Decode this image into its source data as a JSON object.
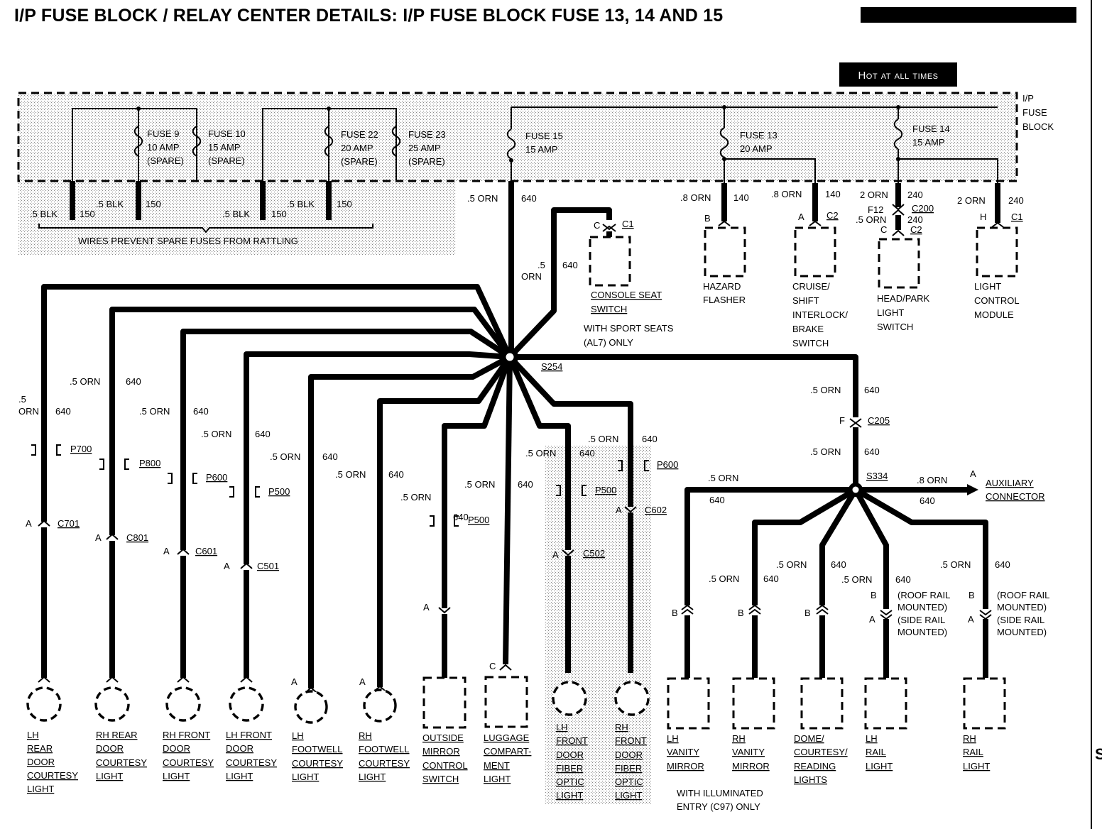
{
  "header": {
    "title": "I/P FUSE BLOCK / RELAY CENTER DETAILS:  I/P FUSE BLOCK FUSE 13, 14 AND 15",
    "hot_label": "Hot at all times"
  },
  "fuse_block": {
    "label": [
      "I/P",
      "FUSE",
      "BLOCK"
    ],
    "fuse9": [
      "FUSE 9",
      "10 AMP",
      "(SPARE)"
    ],
    "fuse10": [
      "FUSE 10",
      "15 AMP",
      "(SPARE)"
    ],
    "fuse22": [
      "FUSE 22",
      "20 AMP",
      "(SPARE)"
    ],
    "fuse23": [
      "FUSE 23",
      "25 AMP",
      "(SPARE)"
    ],
    "fuse15": [
      "FUSE 15",
      "15 AMP"
    ],
    "fuse13": [
      "FUSE 13",
      "20 AMP"
    ],
    "fuse14": [
      "FUSE 14",
      "15 AMP"
    ],
    "spare_wires": [
      ".5 BLK",
      "150",
      ".5 BLK",
      "150",
      ".5 BLK",
      "150",
      ".5 BLK",
      "150"
    ],
    "spare_note": "WIRES PREVENT SPARE FUSES FROM RATTLING"
  },
  "upper": {
    "w640": [
      ".5 ORN",
      "640"
    ],
    "w140a": [
      ".8 ORN",
      "140"
    ],
    "w140b": [
      ".8 ORN",
      "140"
    ],
    "w240a": [
      "2 ORN",
      "240"
    ],
    "w240b": [
      "2 ORN",
      "240"
    ],
    "c200": [
      "F12",
      "C200",
      ".5 ORN",
      "240",
      "C",
      "C2"
    ],
    "hazard": {
      "pin": "B",
      "conn": "",
      "name": [
        "HAZARD",
        "FLASHER"
      ]
    },
    "cruise": {
      "pin": "A",
      "conn": "C2",
      "name": [
        "CRUISE/",
        "SHIFT",
        "INTERLOCK/",
        "BRAKE",
        "SWITCH"
      ]
    },
    "headpark": {
      "name": [
        "HEAD/PARK",
        "LIGHT",
        "SWITCH"
      ]
    },
    "lcm": {
      "pin": "H",
      "conn": "C1",
      "name": [
        "LIGHT",
        "CONTROL",
        "MODULE"
      ]
    },
    "console": {
      "wire": [
        ".5",
        "ORN",
        "640"
      ],
      "pin": "C",
      "conn": "C1",
      "name": [
        "CONSOLE SEAT",
        "SWITCH"
      ],
      "note": [
        "WITH SPORT SEATS",
        "(AL7) ONLY"
      ]
    }
  },
  "splices": {
    "s254": "S254",
    "s334": "S334"
  },
  "left_branches": [
    {
      "wire": [
        ".5",
        "ORN",
        "640"
      ],
      "pconn": "P700",
      "pin": "A",
      "conn": "C701",
      "name": [
        "LH",
        "REAR",
        "DOOR",
        "COURTESY",
        "LIGHT"
      ]
    },
    {
      "wire": [
        ".5 ORN",
        "640"
      ],
      "pconn": "P800",
      "pin": "A",
      "conn": "C801",
      "name": [
        "RH REAR",
        "DOOR",
        "COURTESY",
        "LIGHT"
      ]
    },
    {
      "wire": [
        ".5 ORN",
        "640"
      ],
      "pconn": "P600",
      "pin": "A",
      "conn": "C601",
      "name": [
        "RH FRONT",
        "DOOR",
        "COURTESY",
        "LIGHT"
      ]
    },
    {
      "wire": [
        ".5 ORN",
        "640"
      ],
      "pconn": "P500",
      "pin": "A",
      "conn": "C501",
      "name": [
        "LH FRONT",
        "DOOR",
        "COURTESY",
        "LIGHT"
      ]
    },
    {
      "wire": [
        ".5 ORN",
        "640"
      ],
      "pin": "A",
      "name": [
        "LH",
        "FOOTWELL",
        "COURTESY",
        "LIGHT"
      ]
    },
    {
      "wire": [
        ".5 ORN",
        "640"
      ],
      "pin": "A",
      "name": [
        "RH",
        "FOOTWELL",
        "COURTESY",
        "LIGHT"
      ]
    },
    {
      "wire": [
        ".5 ORN",
        "640"
      ],
      "pconn": "P500",
      "pin": "A",
      "name": [
        "OUTSIDE",
        "MIRROR",
        "CONTROL",
        "SWITCH"
      ]
    },
    {
      "wire": [
        ".5 ORN",
        "640"
      ],
      "pin": "C",
      "name": [
        "LUGGAGE",
        "COMPART-",
        "MENT",
        "LIGHT"
      ]
    },
    {
      "wire": [
        ".5 ORN",
        "640"
      ],
      "pconn": "P500",
      "pin": "A",
      "conn": "C502",
      "name": [
        "LH",
        "FRONT",
        "DOOR",
        "FIBER",
        "OPTIC",
        "LIGHT"
      ]
    },
    {
      "wire": [
        ".5 ORN",
        "640"
      ],
      "pconn": "P600",
      "pin": "A",
      "conn": "C602",
      "name": [
        "RH",
        "FRONT",
        "DOOR",
        "FIBER",
        "OPTIC",
        "LIGHT"
      ]
    }
  ],
  "right_trunk": {
    "w1": [
      ".5 ORN",
      "640"
    ],
    "pin": "F",
    "conn": "C205",
    "w2": [
      ".5 ORN",
      "640"
    ]
  },
  "aux": {
    "wire": [
      ".8 ORN",
      "640"
    ],
    "pin": "A",
    "name": [
      "AUXILIARY",
      "CONNECTOR"
    ]
  },
  "right_branches": [
    {
      "wire": [
        ".5 ORN",
        "640"
      ],
      "pin": "B",
      "name": [
        "LH",
        "VANITY",
        "MIRROR"
      ]
    },
    {
      "wire": [
        ".5 ORN",
        "640"
      ],
      "pin": "B",
      "name": [
        "RH",
        "VANITY",
        "MIRROR"
      ]
    },
    {
      "wire": [
        ".5 ORN",
        "640"
      ],
      "pin": "B",
      "name": [
        "DOME/",
        "COURTESY/",
        "READING",
        "LIGHTS"
      ]
    },
    {
      "wire": [
        ".5 ORN",
        "640"
      ],
      "pin": [
        "B",
        "A"
      ],
      "mount": [
        "(ROOF RAIL",
        "MOUNTED)",
        "(SIDE RAIL",
        "MOUNTED)"
      ],
      "name": [
        "LH",
        "RAIL",
        "LIGHT"
      ]
    },
    {
      "wire": [
        ".5 ORN",
        "640"
      ],
      "pin": [
        "B",
        "A"
      ],
      "mount": [
        "(ROOF RAIL",
        "MOUNTED)",
        "(SIDE RAIL",
        "MOUNTED)"
      ],
      "name": [
        "RH",
        "RAIL",
        "LIGHT"
      ]
    }
  ],
  "footnote": [
    "WITH ILLUMINATED",
    "ENTRY (C97) ONLY"
  ],
  "margin_mark": "S"
}
